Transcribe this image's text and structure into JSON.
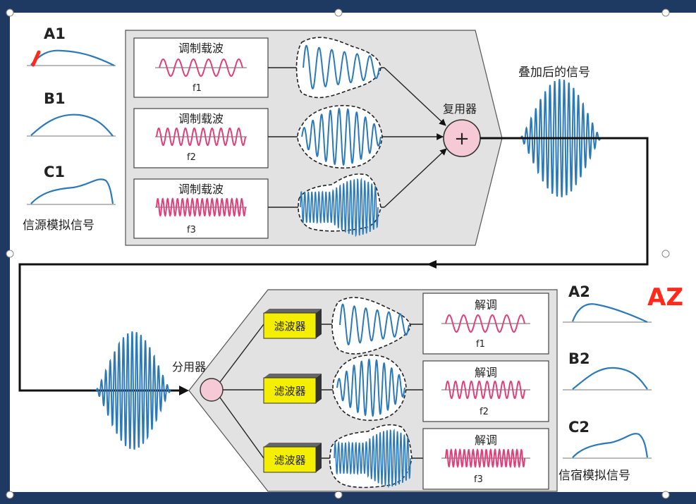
{
  "colors": {
    "wave_blue": "#2b79b8",
    "carrier_pink": "#e0407a",
    "panel_gray": "#e2e2e2",
    "frame_navy": "#1e3a63",
    "filter_yellow": "#f4ee00",
    "node_pink": "#f6c9d6",
    "annotation_red": "#ff2a1a"
  },
  "sources": {
    "labels": [
      "A1",
      "B1",
      "C1"
    ],
    "caption": "信源模拟信号"
  },
  "modulators": [
    {
      "title": "调制载波",
      "freq": "f1"
    },
    {
      "title": "调制载波",
      "freq": "f2"
    },
    {
      "title": "调制载波",
      "freq": "f3"
    }
  ],
  "multiplexer": {
    "label": "复用器",
    "symbol": "+"
  },
  "combined": {
    "label": "叠加后的信号"
  },
  "demultiplexer": {
    "label": "分用器"
  },
  "filters": [
    "滤波器",
    "滤波器",
    "滤波器"
  ],
  "demodulators": [
    {
      "title": "解调",
      "freq": "f1"
    },
    {
      "title": "解调",
      "freq": "f2"
    },
    {
      "title": "解调",
      "freq": "f3"
    }
  ],
  "outputs": {
    "labels": [
      "A2",
      "B2",
      "C2"
    ],
    "caption": "信宿模拟信号"
  },
  "annotation": "AZ"
}
